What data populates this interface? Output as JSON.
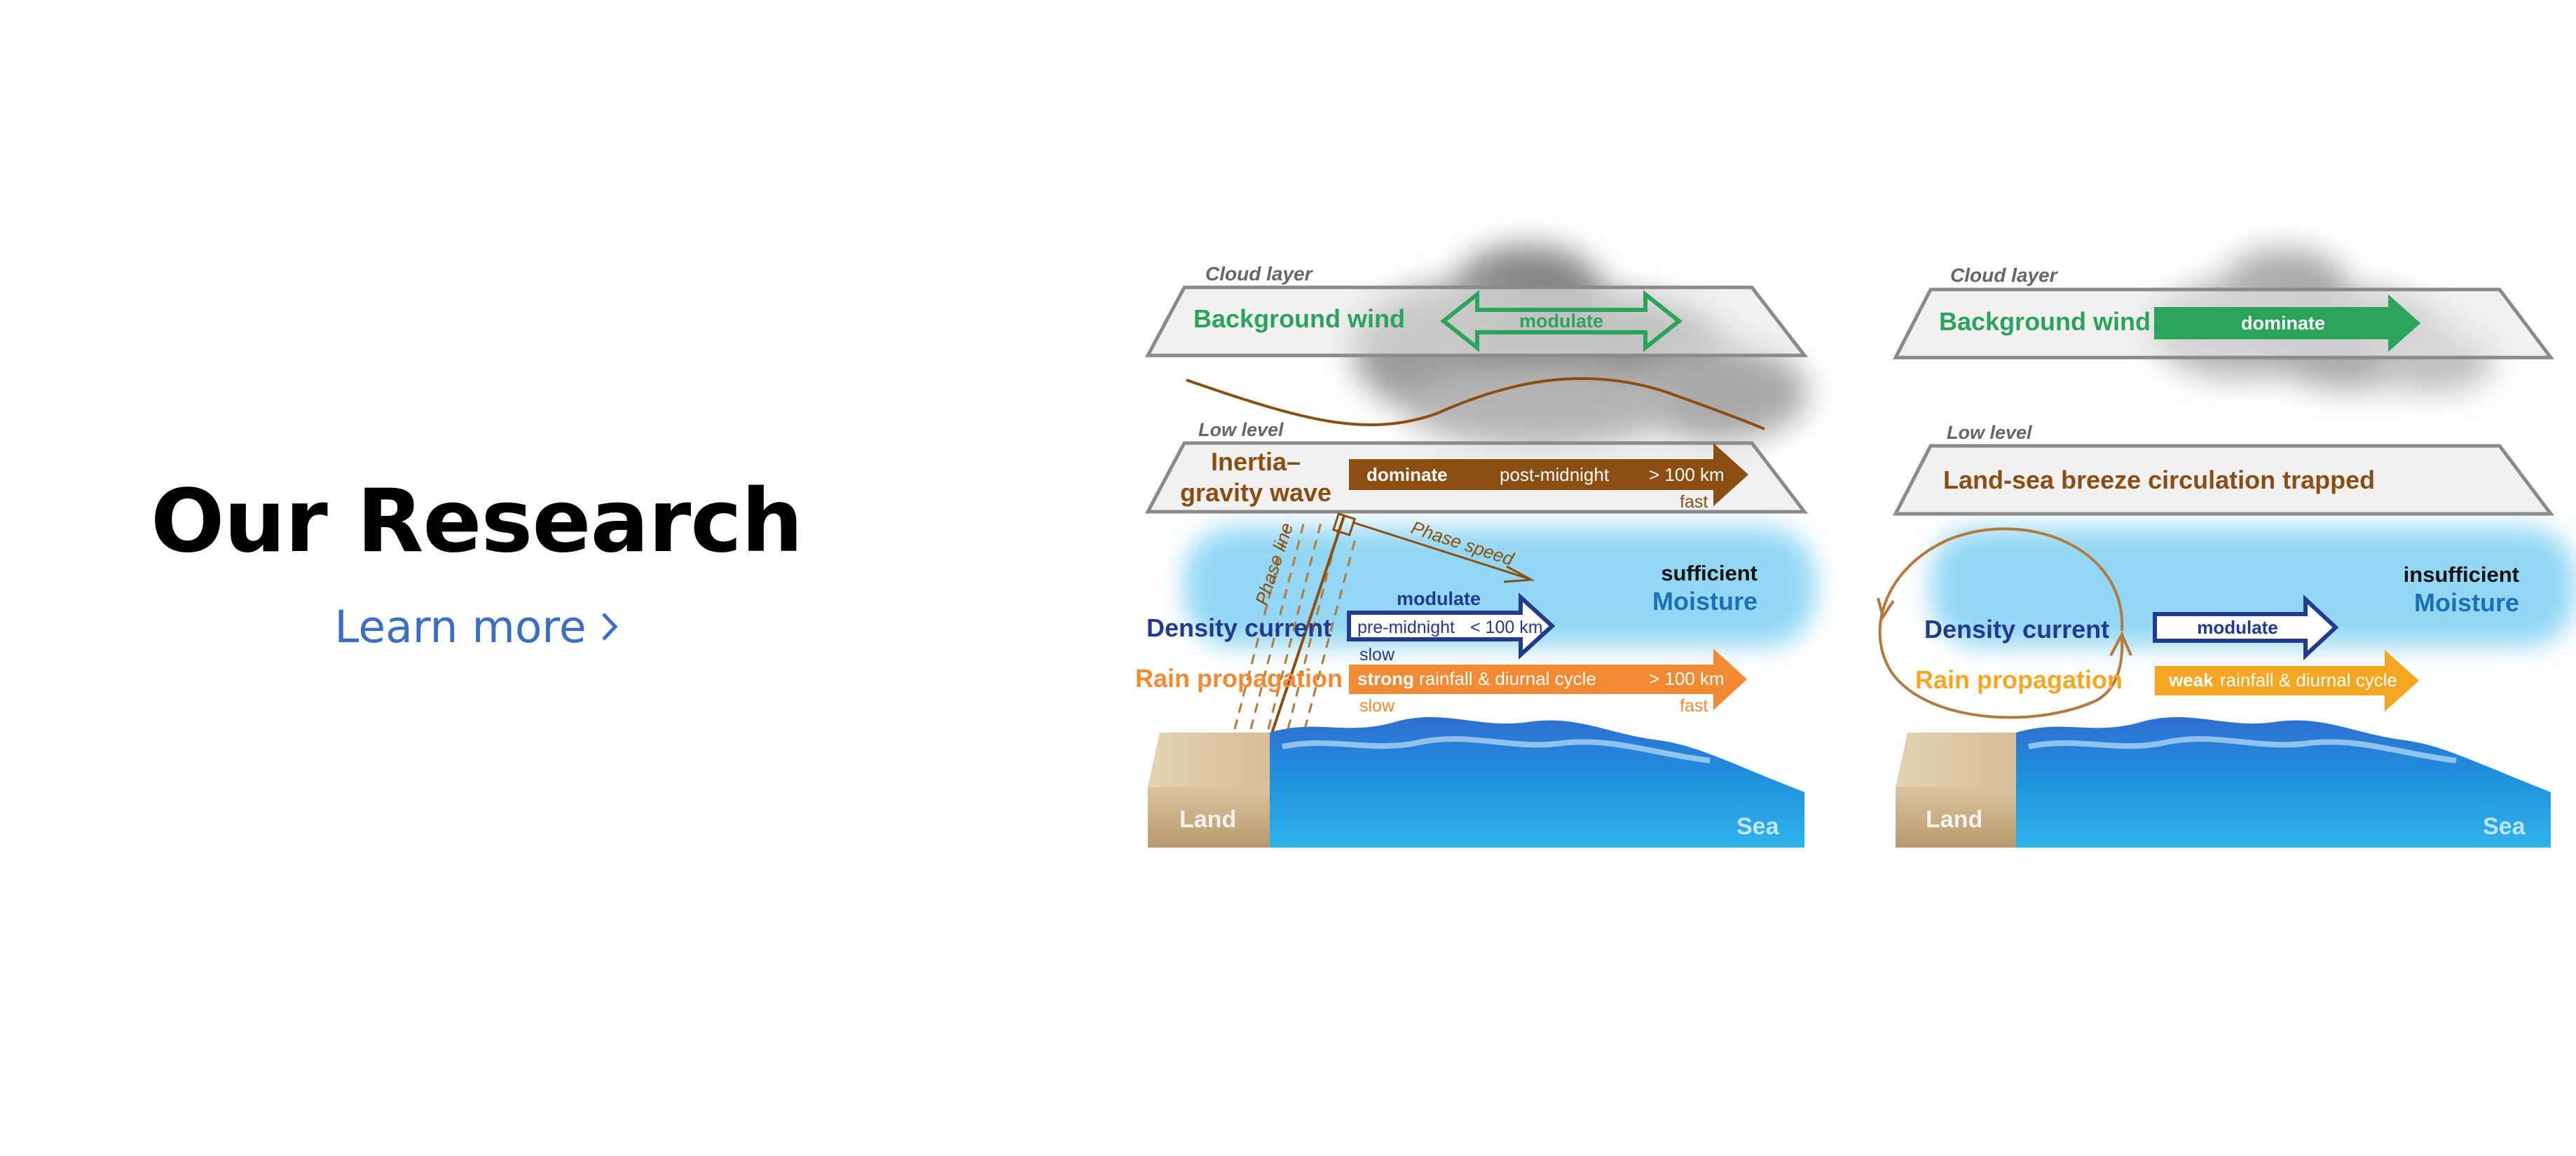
{
  "hero": {
    "title": "Our Research",
    "learn_more": "Learn more",
    "chevron_icon": "chevron-right-icon"
  },
  "figure": {
    "left": {
      "cloud_layer_label": "Cloud layer",
      "background_wind": "Background wind",
      "cloud_arrow_label": "modulate",
      "low_level_label": "Low level",
      "low_level_title_line1": "Inertia–",
      "low_level_title_line2": "gravity wave",
      "low_arrow_word": "dominate",
      "low_arrow_timing": "post-midnight",
      "low_arrow_distance": "> 100 km",
      "low_arrow_speed": "fast",
      "phase_line": "Phase line",
      "phase_speed": "Phase speed",
      "moisture_qualifier": "sufficient",
      "moisture": "Moisture",
      "density_current": "Density current",
      "density_arrow_word": "modulate",
      "density_arrow_timing": "pre-midnight",
      "density_arrow_distance": "< 100 km",
      "density_speed": "slow",
      "rain_propagation": "Rain propagation",
      "rain_arrow_bold": "strong",
      "rain_arrow_rest": "rainfall & diurnal cycle",
      "rain_arrow_distance": "> 100 km",
      "rain_speed_left": "slow",
      "rain_speed_right": "fast",
      "land": "Land",
      "sea": "Sea"
    },
    "right": {
      "cloud_layer_label": "Cloud layer",
      "background_wind": "Background wind",
      "cloud_arrow_label": "dominate",
      "low_level_label": "Low level",
      "low_level_title": "Land-sea breeze circulation trapped",
      "moisture_qualifier": "insufficient",
      "moisture": "Moisture",
      "density_current": "Density current",
      "density_arrow_word": "modulate",
      "rain_propagation": "Rain propagation",
      "rain_arrow_bold": "weak",
      "rain_arrow_rest": "rainfall & diurnal cycle",
      "land": "Land",
      "sea": "Sea"
    },
    "colors": {
      "green": "#2ca35a",
      "brown": "#8b4e12",
      "navy": "#233a8f",
      "orange": "#f08a34",
      "moisture_blue": "#1d6fb8",
      "sea": "#1f8fd6",
      "land": "#c8ae86"
    }
  }
}
